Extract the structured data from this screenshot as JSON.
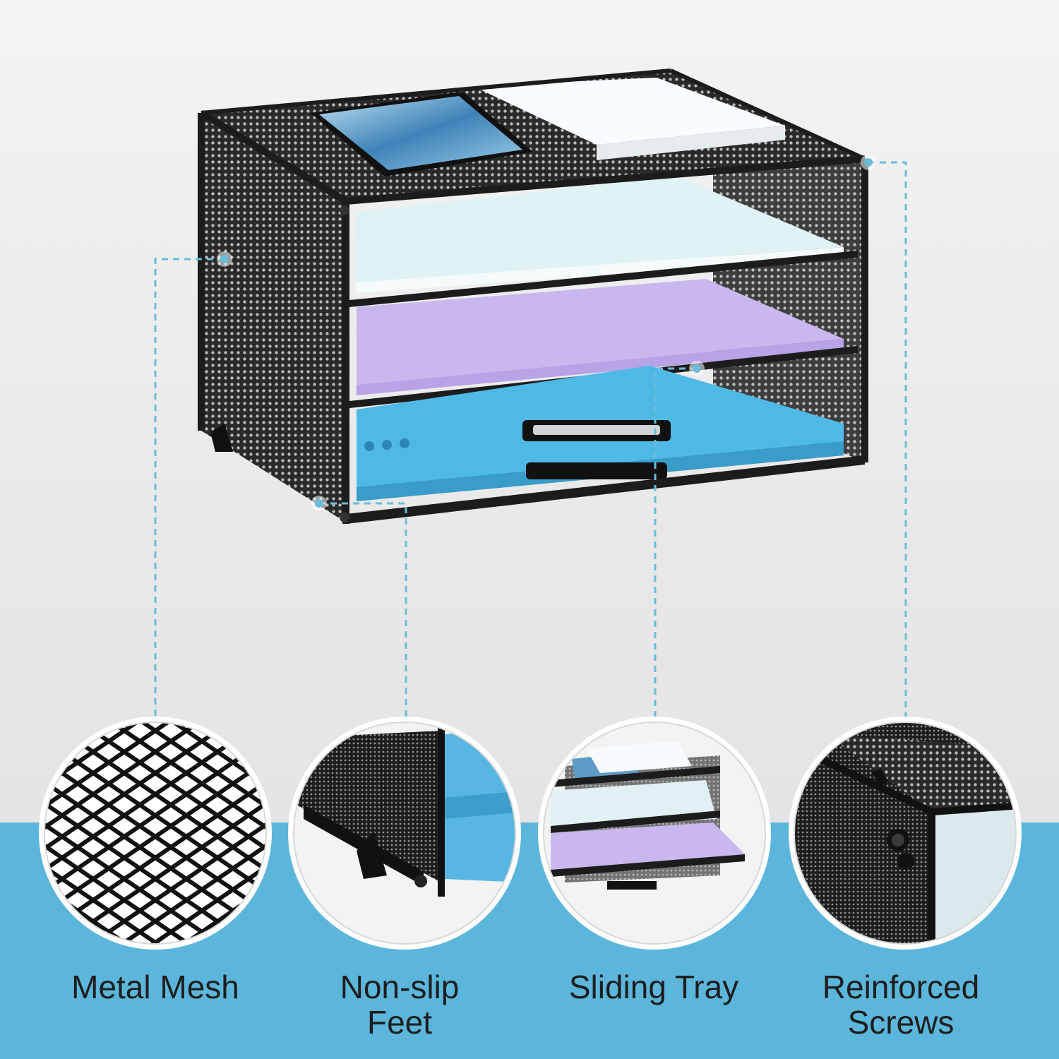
{
  "features": [
    {
      "id": "metal-mesh",
      "label": "Metal Mesh"
    },
    {
      "id": "non-slip-feet",
      "label": "Non-slip\nFeet"
    },
    {
      "id": "sliding-tray",
      "label": "Sliding Tray"
    },
    {
      "id": "reinforced-screws",
      "label": "Reinforced\nScrews"
    }
  ],
  "colors": {
    "band": "#5cb6db",
    "callout_line": "#6bbcd9",
    "frame": "#1c1c1c",
    "paper_white": "#e4f1f3",
    "paper_purple": "#c9b8ef",
    "folder_blue": "#4fb9e6"
  },
  "icons": [
    "phone",
    "notepad",
    "paper-stack",
    "mesh-texture",
    "screw"
  ]
}
